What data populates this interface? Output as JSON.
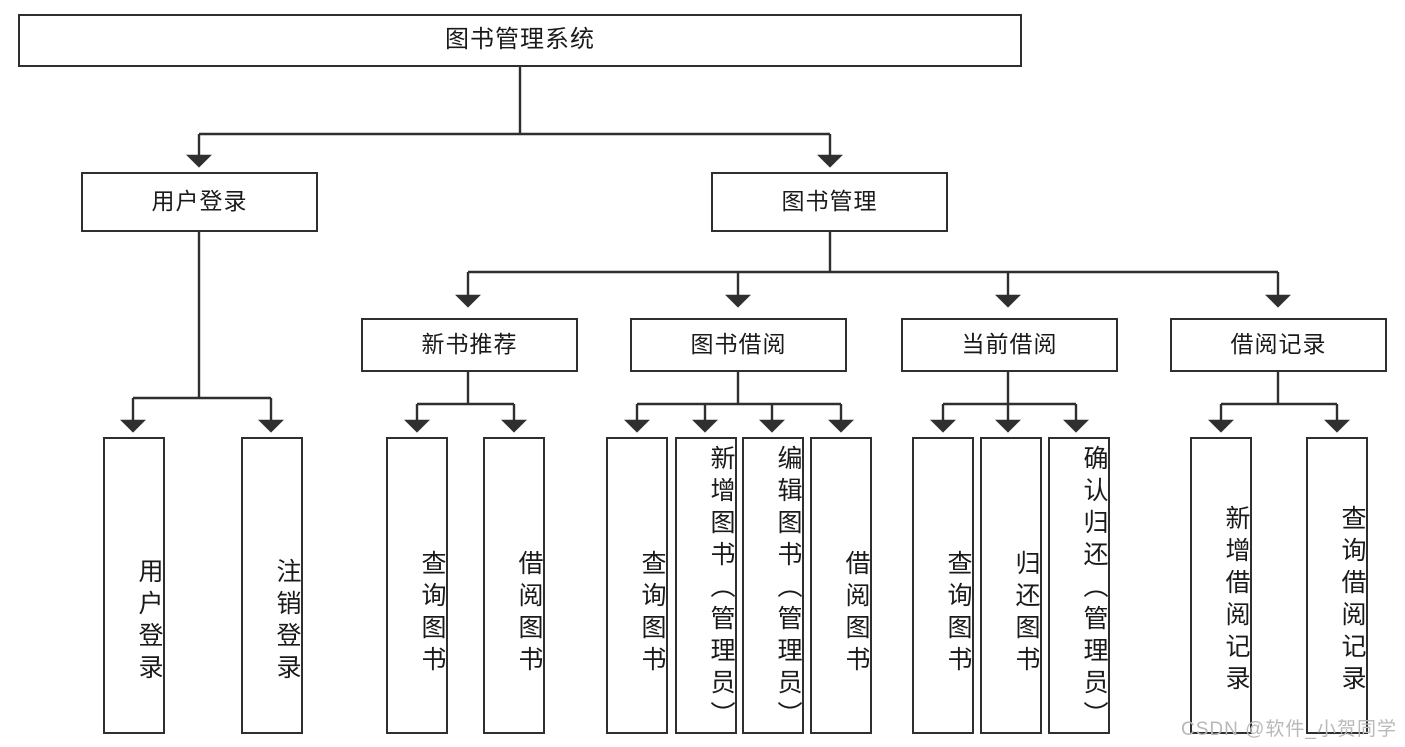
{
  "diagram": {
    "type": "tree-hierarchy",
    "title": "图书管理系统",
    "watermark": "CSDN @软件_小贺同学",
    "colors": {
      "stroke": "#2f2f2f",
      "fill": "#ffffff",
      "text": "#1a1a1a",
      "watermark": "#b9b9b9"
    },
    "nodes": {
      "root": {
        "label": "图书管理系统"
      },
      "level2": [
        {
          "label": "用户登录"
        },
        {
          "label": "图书管理"
        }
      ],
      "level3": [
        {
          "label": "新书推荐"
        },
        {
          "label": "图书借阅"
        },
        {
          "label": "当前借阅"
        },
        {
          "label": "借阅记录"
        }
      ],
      "leaves": {
        "user_login": [
          {
            "label": "用户登录"
          },
          {
            "label": "注销登录"
          }
        ],
        "new_book_recommend": [
          {
            "label": "查询图书"
          },
          {
            "label": "借阅图书"
          }
        ],
        "book_borrow": [
          {
            "label": "查询图书"
          },
          {
            "label": "新增图书（管理员）"
          },
          {
            "label": "编辑图书（管理员）"
          },
          {
            "label": "借阅图书"
          }
        ],
        "current_borrow": [
          {
            "label": "查询图书"
          },
          {
            "label": "归还图书"
          },
          {
            "label": "确认归还（管理员）"
          }
        ],
        "borrow_record": [
          {
            "label": "新增借阅记录"
          },
          {
            "label": "查询借阅记录"
          }
        ]
      }
    }
  }
}
